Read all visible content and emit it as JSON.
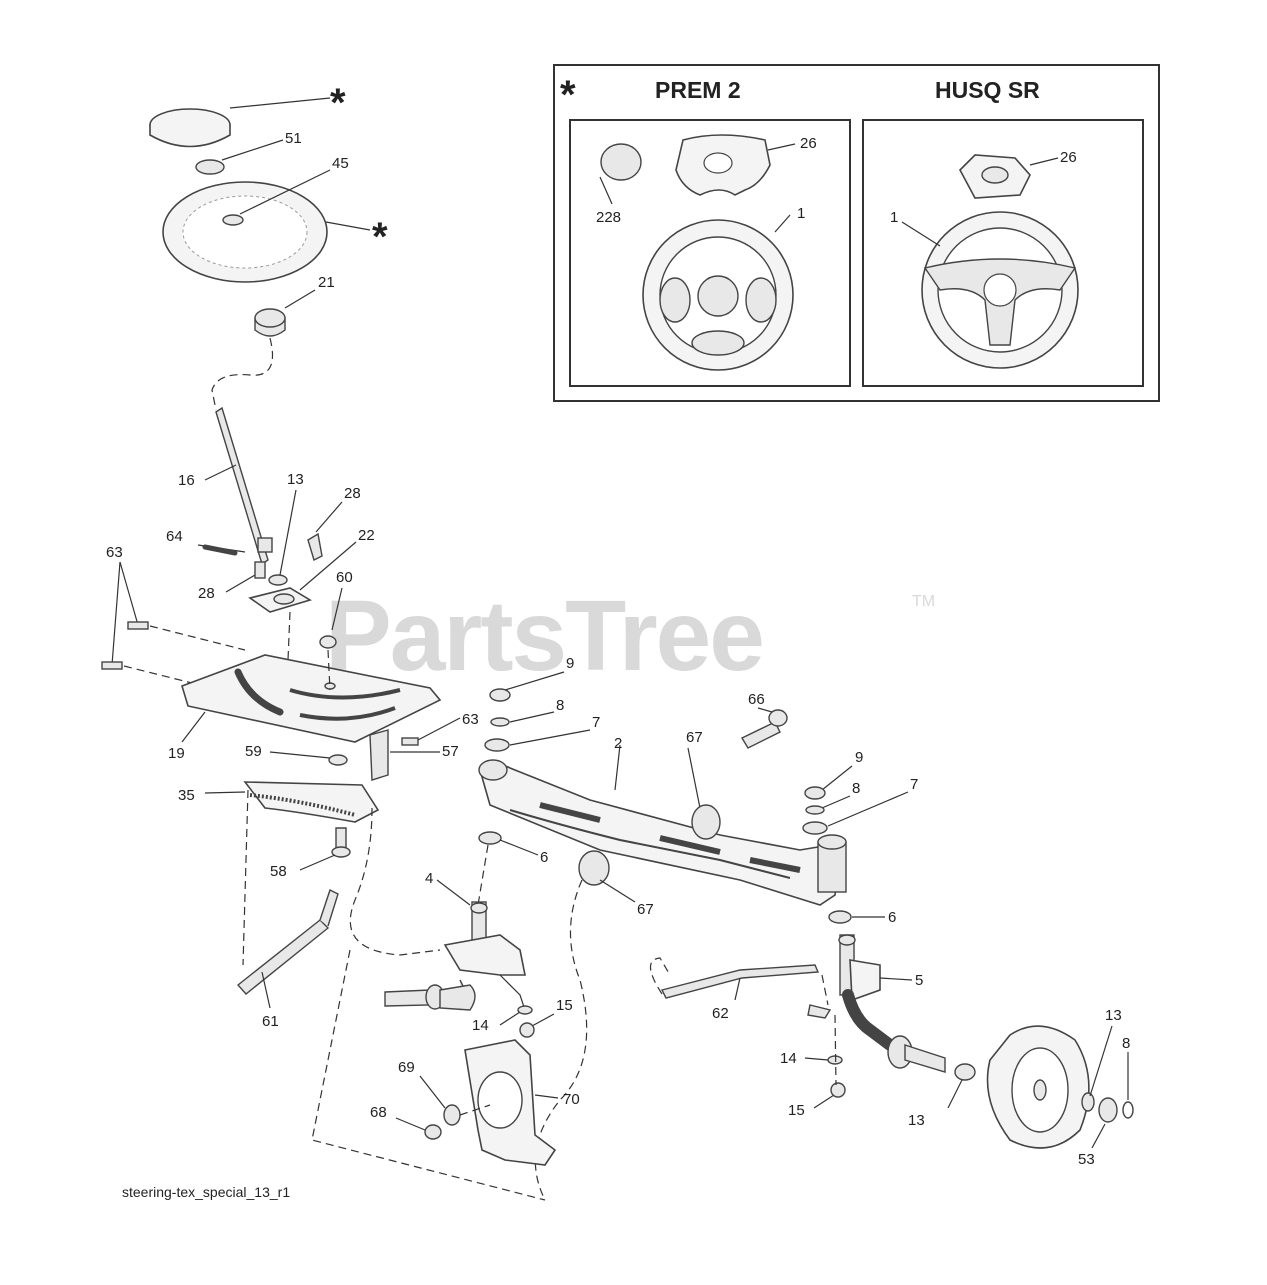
{
  "watermark": {
    "text": "PartsTree",
    "trademark": "TM"
  },
  "inset": {
    "star": "*",
    "left_title": "PREM 2",
    "right_title": "HUSQ SR",
    "left_labels": {
      "logo": "228",
      "cover": "26",
      "wheel": "1"
    },
    "right_labels": {
      "cover": "26",
      "wheel": "1"
    }
  },
  "callouts": {
    "star_top": "*",
    "star_wheel": "*",
    "p51": "51",
    "p45": "45",
    "p21": "21",
    "p16": "16",
    "p64": "64",
    "p13a": "13",
    "p28a": "28",
    "p28b": "28",
    "p22": "22",
    "p63a": "63",
    "p60": "60",
    "p63b": "63",
    "p19": "19",
    "p59": "59",
    "p57": "57",
    "p35": "35",
    "p58": "58",
    "p61": "61",
    "p9a": "9",
    "p8a": "8",
    "p7a": "7",
    "p66": "66",
    "p67a": "67",
    "p2": "2",
    "p9b": "9",
    "p8b": "8",
    "p7b": "7",
    "p6a": "6",
    "p67b": "67",
    "p4": "4",
    "p6b": "6",
    "p5": "5",
    "p62": "62",
    "p14a": "14",
    "p15a": "15",
    "p69": "69",
    "p70": "70",
    "p68": "68",
    "p14b": "14",
    "p15b": "15",
    "p13b": "13",
    "p13c": "13",
    "p8c": "8",
    "p53": "53"
  },
  "caption": "steering-tex_special_13_r1"
}
